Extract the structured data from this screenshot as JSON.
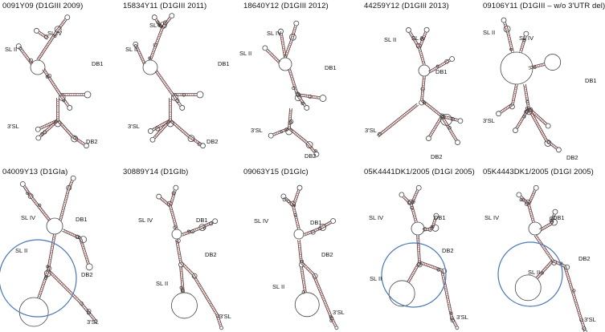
{
  "panels": [
    {
      "title": "0091Y09  (D1GIII 2009)",
      "labels": [
        "SL IV",
        "SL II",
        "DB1",
        "3'SL",
        "DB2"
      ],
      "highlighted": false
    },
    {
      "title": "15834Y11  (D1GIII 2011)",
      "labels": [
        "SL IV",
        "SL II",
        "DB1",
        "3'SL",
        "DB2"
      ],
      "highlighted": false
    },
    {
      "title": "18640Y12  (D1GIII 2012)",
      "labels": [
        "SL IV",
        "SL II",
        "DB1",
        "3'SL",
        "DB2"
      ],
      "highlighted": false
    },
    {
      "title": "44259Y12  (D1GIII 2013)",
      "labels": [
        "SL II",
        "SL IV",
        "DB1",
        "3'SL",
        "DB2"
      ],
      "highlighted": false
    },
    {
      "title": "09106Y11  (D1GIII – w/o 3'UTR del)",
      "labels": [
        "SL II",
        "SL IV",
        "DB1",
        "3'SL",
        "DB2"
      ],
      "highlighted": false
    },
    {
      "title": "04009Y13  (D1GIa)",
      "labels": [
        "SL IV",
        "DB1",
        "SL II",
        "DB2",
        "3'SL"
      ],
      "highlighted": true
    },
    {
      "title": "30889Y14  (D1GIb)",
      "labels": [
        "SL IV",
        "DB1",
        "DB2",
        "SL II",
        "3'SL"
      ],
      "highlighted": false
    },
    {
      "title": "09063Y15  (D1GIc)",
      "labels": [
        "SL IV",
        "DB1",
        "DB2",
        "SL II",
        "3'SL"
      ],
      "highlighted": false
    },
    {
      "title": "05K4441DK1/2005  (D1GI 2005)",
      "labels": [
        "SL IV",
        "DB1",
        "DB2",
        "SL II",
        "3'SL"
      ],
      "highlighted": true
    },
    {
      "title": "05K4443DK1/2005  (D1GI 2005)",
      "labels": [
        "SL IV",
        "DB1",
        "DB2",
        "SL II",
        "3'SL"
      ],
      "highlighted": true
    }
  ]
}
